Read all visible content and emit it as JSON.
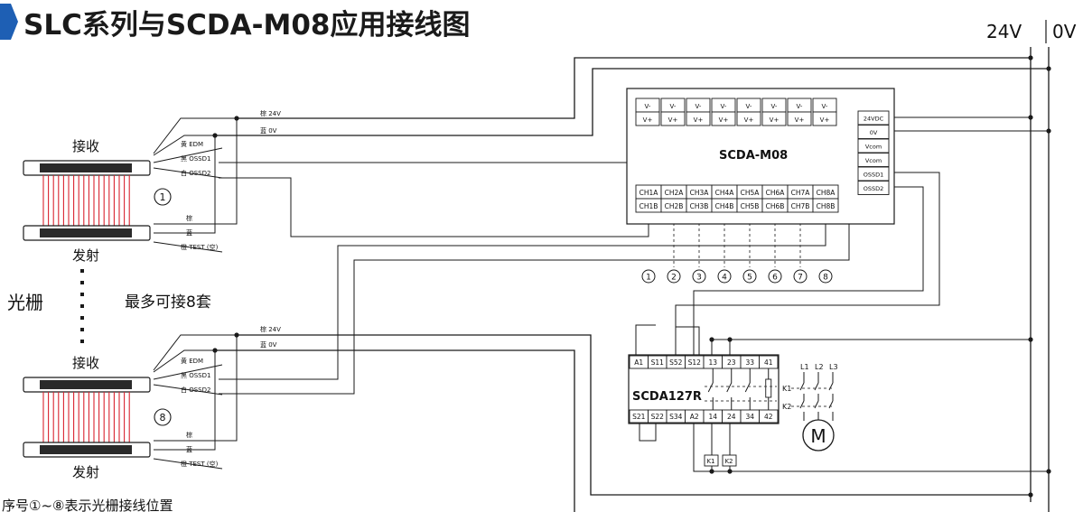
{
  "title": "SLC系列与SCDA-M08应用接线图",
  "power_rails": {
    "v24": "24V",
    "v0": "0V"
  },
  "sensor_top": {
    "receiver_label": "接收",
    "emitter_label": "发射",
    "index_label": "1",
    "wires_receiver": [
      "黄 EDM",
      "黑 OSSD1",
      "白 OSSD2"
    ],
    "wires_power": [
      "棕 24V",
      "蓝 0V"
    ],
    "wires_emitter": [
      "棕",
      "蓝",
      "橙 TEST (空)"
    ]
  },
  "sensor_bottom": {
    "receiver_label": "接收",
    "emitter_label": "发射",
    "index_label": "8",
    "wires_receiver": [
      "黄 EDM",
      "黑 OSSD1",
      "白 OSSD2"
    ],
    "wires_power": [
      "棕 24V",
      "蓝 0V"
    ],
    "wires_emitter": [
      "棕",
      "蓝",
      "橙 TEST (空)"
    ]
  },
  "middle": {
    "light_curtain": "光栅",
    "max_sets": "最多可接8套"
  },
  "footnote": "序号①~⑧表示光栅接线位置",
  "scda_m08": {
    "title": "SCDA-M08",
    "v_minus": [
      "V-",
      "V-",
      "V-",
      "V-",
      "V-",
      "V-",
      "V-",
      "V-"
    ],
    "v_plus": [
      "V+",
      "V+",
      "V+",
      "V+",
      "V+",
      "V+",
      "V+",
      "V+"
    ],
    "ch_a": [
      "CH1A",
      "CH2A",
      "CH3A",
      "CH4A",
      "CH5A",
      "CH6A",
      "CH7A",
      "CH8A"
    ],
    "ch_b": [
      "CH1B",
      "CH2B",
      "CH3B",
      "CH4B",
      "CH5B",
      "CH6B",
      "CH7B",
      "CH8B"
    ],
    "right_terms": [
      "24VDC",
      "0V",
      "Vcom",
      "Vcom",
      "OSSD1",
      "OSSD2"
    ],
    "channel_numbers": [
      "1",
      "2",
      "3",
      "4",
      "5",
      "6",
      "7",
      "8"
    ]
  },
  "scda127r": {
    "title": "SCDA127R",
    "top_terms": [
      "A1",
      "S11",
      "S52",
      "S12",
      "13",
      "23",
      "33",
      "41"
    ],
    "bottom_terms": [
      "S21",
      "S22",
      "S34",
      "A2",
      "14",
      "24",
      "34",
      "42"
    ],
    "contactors": [
      "K1",
      "K2"
    ],
    "phases": [
      "L1",
      "L2",
      "L3"
    ],
    "k_labels": [
      "K1",
      "K2"
    ],
    "motor": "M"
  }
}
